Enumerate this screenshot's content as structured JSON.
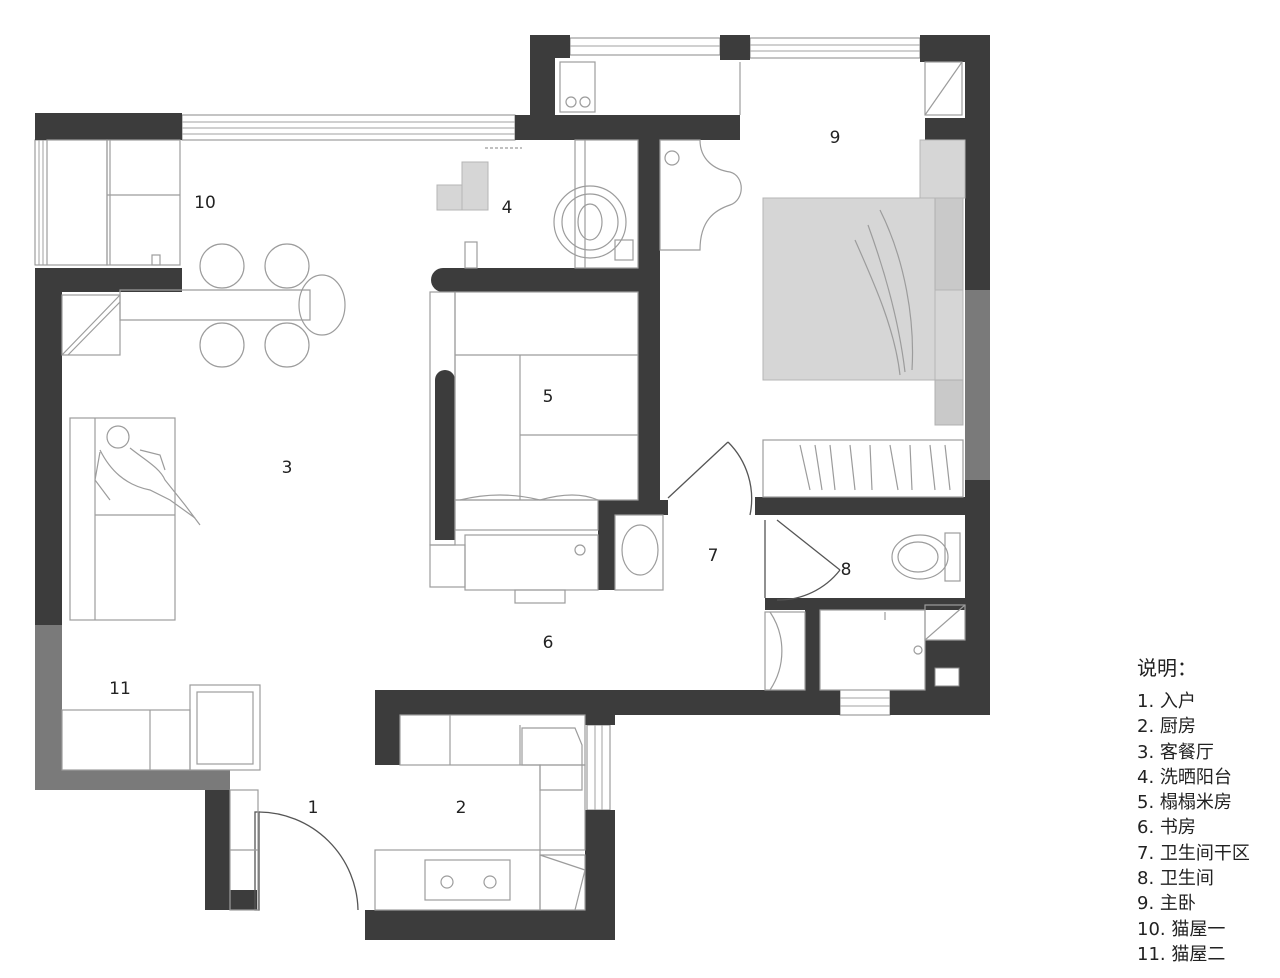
{
  "colors": {
    "wall": "#3c3c3c",
    "wall_light": "#7a7a7a",
    "furniture_fill": "#d6d6d6",
    "line": "#9c9c9c"
  },
  "rooms": [
    "1",
    "2",
    "3",
    "4",
    "5",
    "6",
    "7",
    "8",
    "9",
    "10",
    "11"
  ],
  "legend": {
    "title": "说明：",
    "items": [
      "1. 入户",
      "2. 厨房",
      "3. 客餐厅",
      "4. 洗晒阳台",
      "5. 榻榻米房",
      "6. 书房",
      "7. 卫生间干区",
      "8. 卫生间",
      "9. 主卧",
      "10. 猫屋一",
      "11. 猫屋二"
    ]
  }
}
